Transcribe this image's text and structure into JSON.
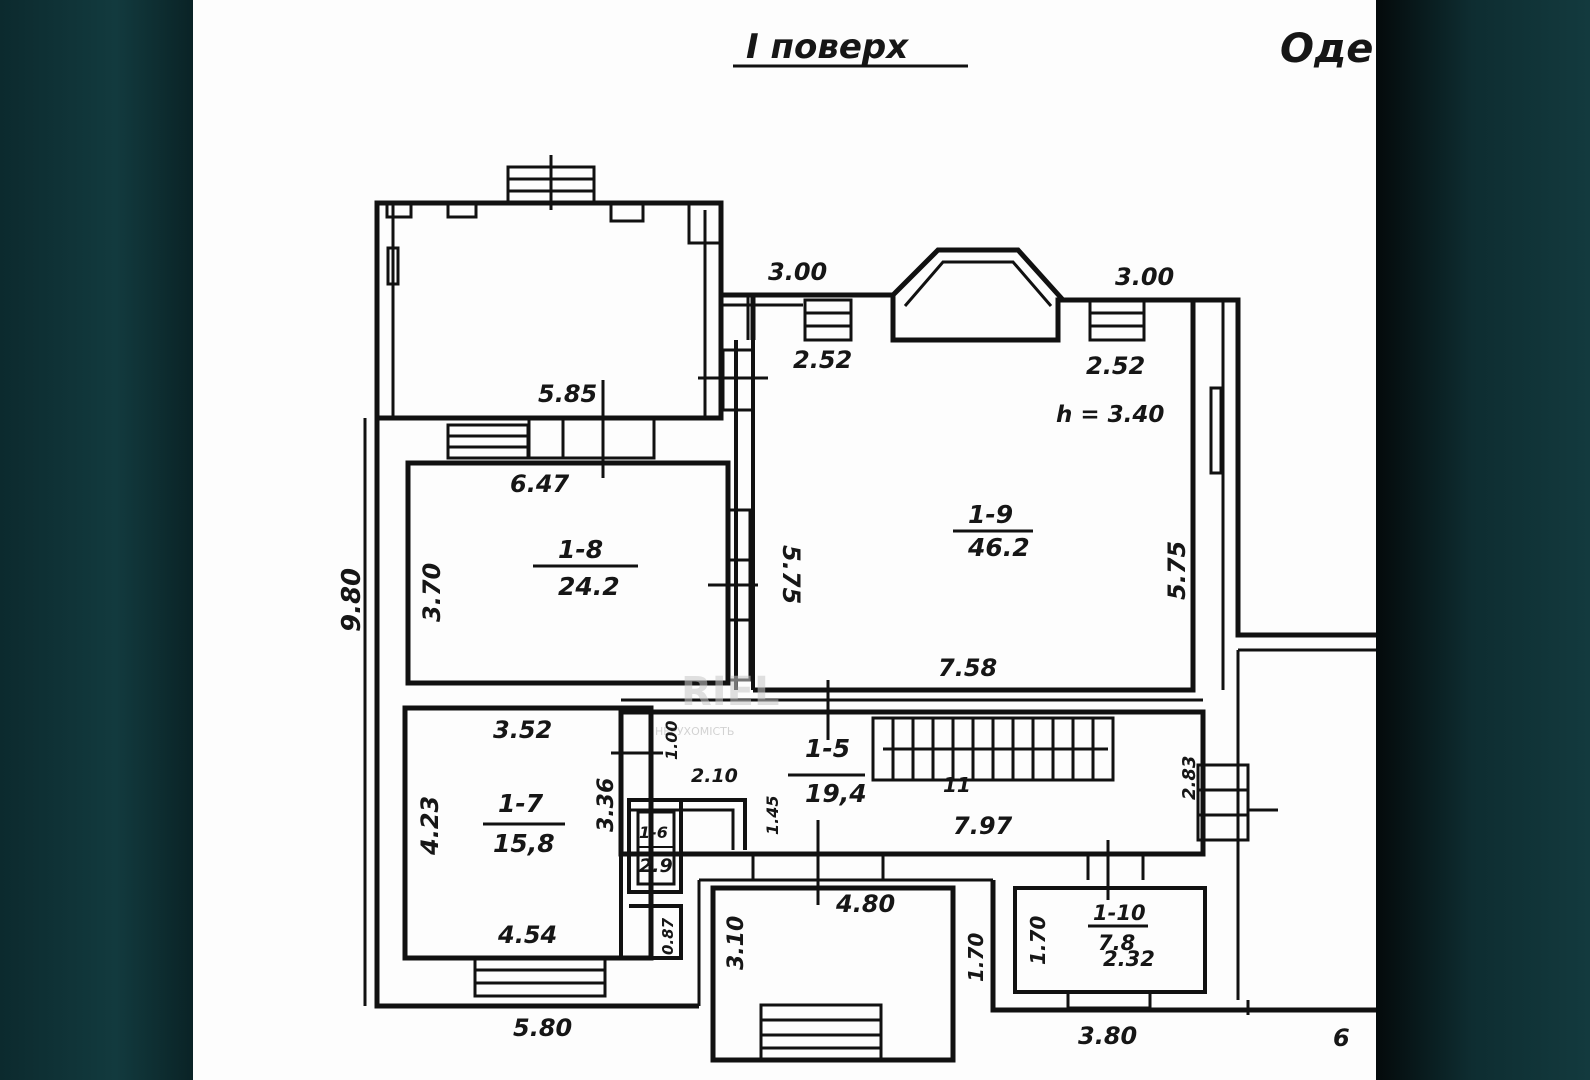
{
  "title": "I поверх",
  "corner_text": "Оде",
  "watermark": "RIEL",
  "watermark_sub": "НЕРУХОМІСТЬ",
  "rooms": [
    {
      "id": "1-9",
      "area": "46.2"
    },
    {
      "id": "1-8",
      "area": "24.2"
    },
    {
      "id": "1-7",
      "area": "15,8"
    },
    {
      "id": "1-5",
      "area": "19,4"
    },
    {
      "id": "1-6",
      "area": "2.9"
    },
    {
      "id": "1-10",
      "area": "7.8"
    }
  ],
  "height_note": "h = 3.40",
  "stair_mark": "11",
  "dimensions": {
    "d_300_a": "3.00",
    "d_300_b": "3.00",
    "d_252_a": "2.52",
    "d_252_b": "2.52",
    "d_585": "5.85",
    "d_647": "6.47",
    "d_575_a": "5.75",
    "d_575_b": "5.75",
    "d_370": "3.70",
    "d_980": "9.80",
    "d_758": "7.58",
    "d_352": "3.52",
    "d_336": "3.36",
    "d_423": "4.23",
    "d_454": "4.54",
    "d_580": "5.80",
    "d_100": "1.00",
    "d_210": "2.10",
    "d_145": "1.45",
    "d_797": "7.97",
    "d_283": "2.83",
    "d_480": "4.80",
    "d_310": "3.10",
    "d_170_a": "1.70",
    "d_170_b": "1.70",
    "d_232": "2.32",
    "d_380": "3.80",
    "d_087": "0.87",
    "d_6": "6"
  }
}
